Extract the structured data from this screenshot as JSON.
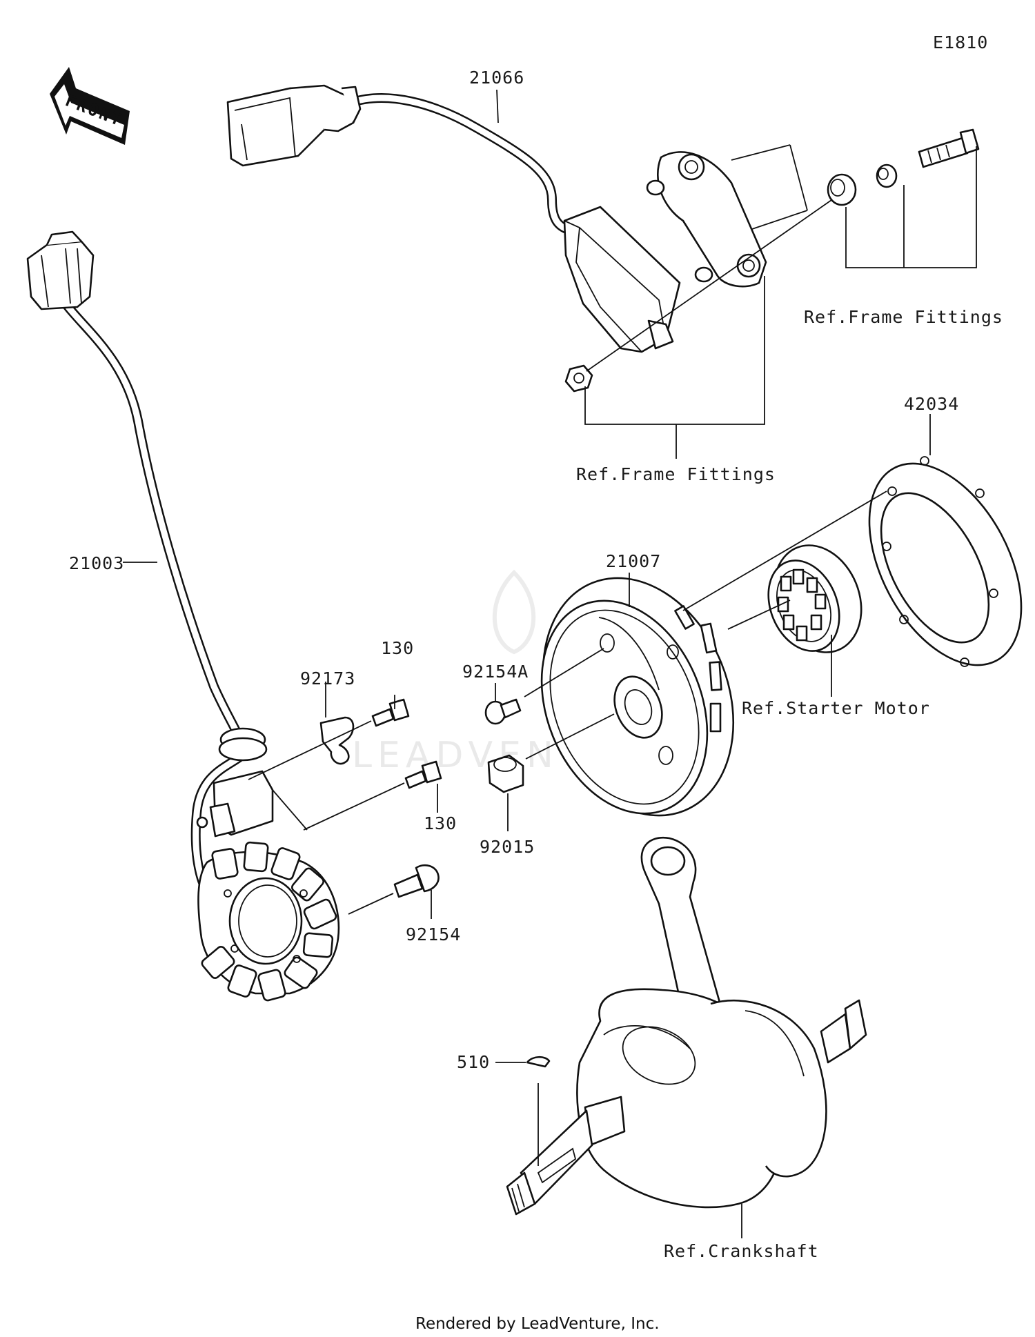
{
  "diagram": {
    "code": "E1810",
    "front_label": "FRONT",
    "watermark": "LEADVENTURE",
    "footer": "Rendered by LeadVenture, Inc.",
    "labels": {
      "p21066": "21066",
      "p21003": "21003",
      "p42034": "42034",
      "p21007": "21007",
      "p130_upper": "130",
      "p130_lower": "130",
      "p92173": "92173",
      "p92154A": "92154A",
      "p92015": "92015",
      "p92154": "92154",
      "p510": "510",
      "ref_frame_fittings_1": "Ref.Frame Fittings",
      "ref_frame_fittings_2": "Ref.Frame Fittings",
      "ref_starter_motor": "Ref.Starter Motor",
      "ref_crankshaft": "Ref.Crankshaft"
    }
  }
}
